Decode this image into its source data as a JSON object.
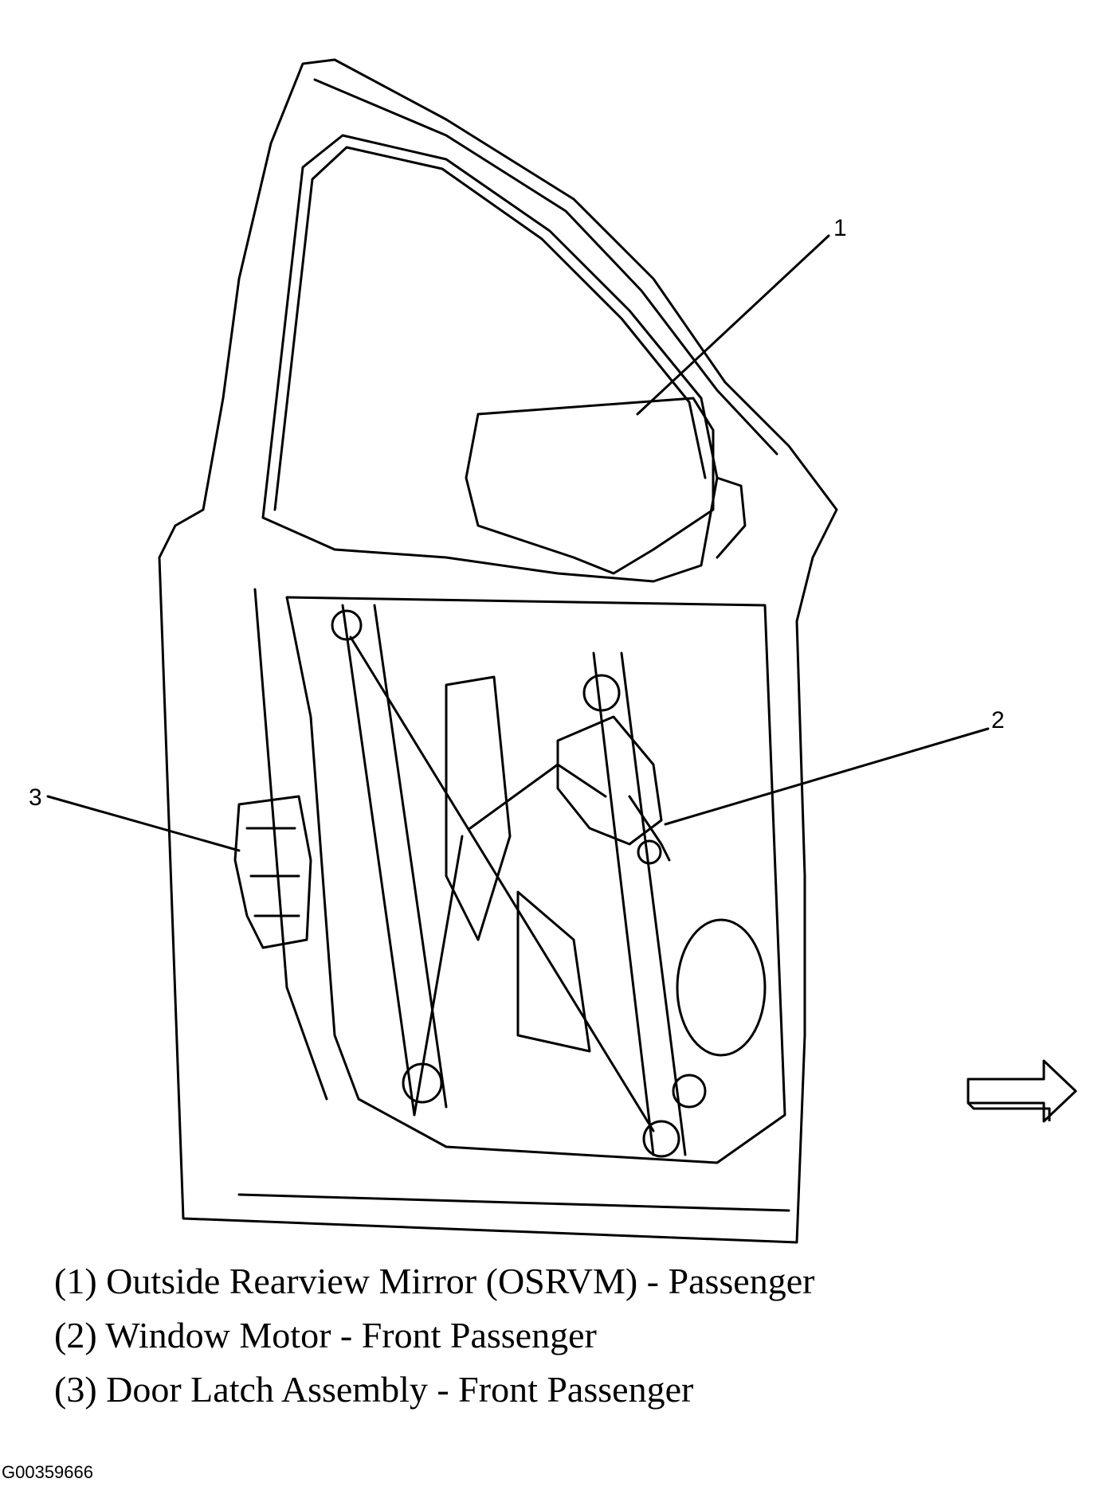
{
  "figure": {
    "figure_id": "G00359666",
    "callouts": [
      {
        "number": "1"
      },
      {
        "number": "2"
      },
      {
        "number": "3"
      }
    ],
    "legend": [
      {
        "text": "(1) Outside Rearview Mirror (OSRVM) - Passenger"
      },
      {
        "text": "(2) Window Motor - Front Passenger"
      },
      {
        "text": "(3) Door Latch Assembly - Front Passenger"
      }
    ],
    "direction_arrow_icon": "right-arrow-icon"
  }
}
